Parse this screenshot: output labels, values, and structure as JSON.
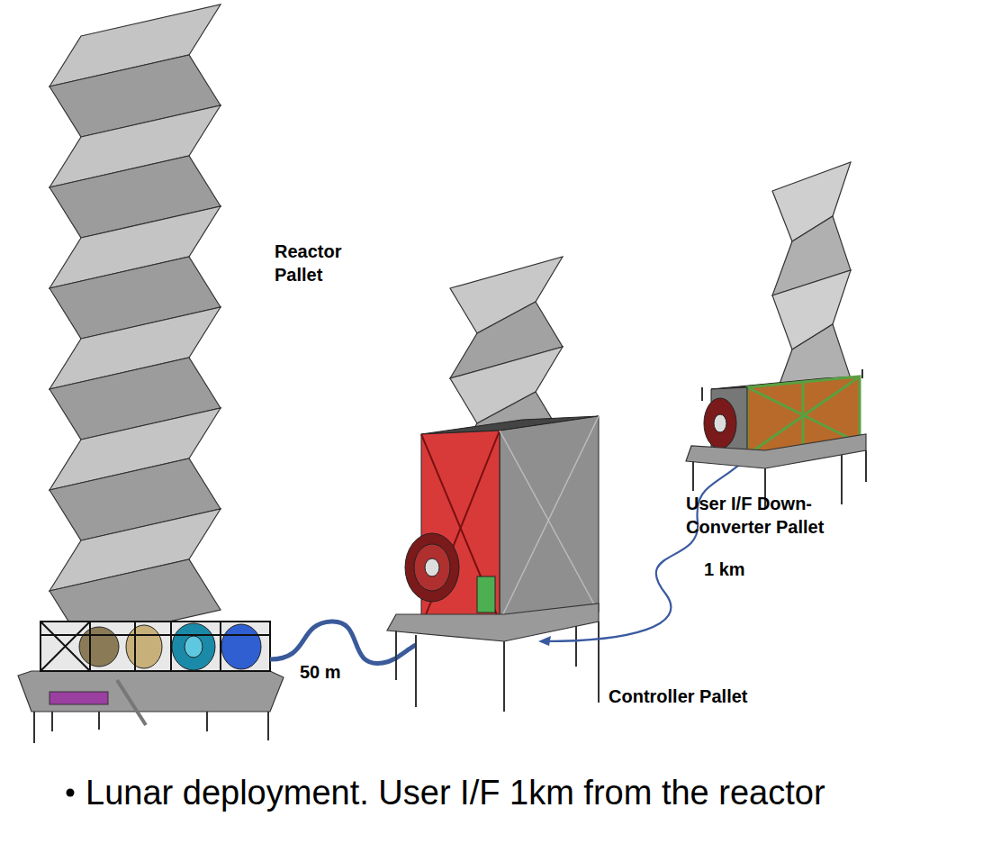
{
  "diagram": {
    "labels": [
      "Reactor Pallet",
      "50 m",
      "Controller Pallet",
      "1 km",
      "User I/F Down-Converter Pallet",
      "Lunar deployment. User I/F 1km from the reactor"
    ]
  }
}
